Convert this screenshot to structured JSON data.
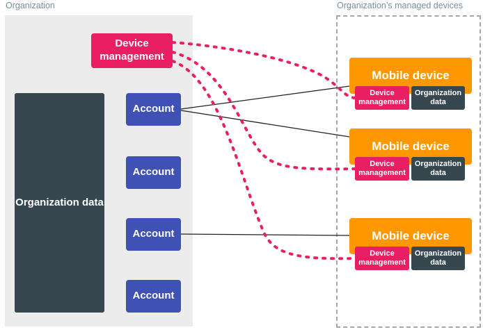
{
  "palette": {
    "pink": "#E91E63",
    "indigo": "#3F51B5",
    "slate": "#37474F",
    "orange": "#FF9800",
    "panel_gray": "#ECECEC",
    "label_gray": "#78909C",
    "dashed_border": "#A6A6A6",
    "line_black": "#212121"
  },
  "organization": {
    "label": "Organization",
    "device_management_label": "Device management",
    "organization_data_label": "Organization data",
    "accounts": [
      {
        "label": "Account"
      },
      {
        "label": "Account"
      },
      {
        "label": "Account"
      },
      {
        "label": "Account"
      }
    ]
  },
  "managed_devices": {
    "label": "Organization’s managed devices",
    "devices": [
      {
        "title": "Mobile device",
        "device_management_label": "Device management",
        "organization_data_label": "Organization data"
      },
      {
        "title": "Mobile device",
        "device_management_label": "Device management",
        "organization_data_label": "Organization data"
      },
      {
        "title": "Mobile device",
        "device_management_label": "Device management",
        "organization_data_label": "Organization data"
      }
    ]
  },
  "connections": {
    "dotted_pink": [
      {
        "from": "device-management",
        "to": "mobile-device-1-device-management"
      },
      {
        "from": "device-management",
        "to": "mobile-device-2-device-management"
      },
      {
        "from": "device-management",
        "to": "mobile-device-3-device-management"
      }
    ],
    "solid_black": [
      {
        "from": "account-1",
        "to": "mobile-device-1"
      },
      {
        "from": "account-1",
        "to": "mobile-device-2"
      },
      {
        "from": "account-3",
        "to": "mobile-device-3"
      }
    ]
  }
}
